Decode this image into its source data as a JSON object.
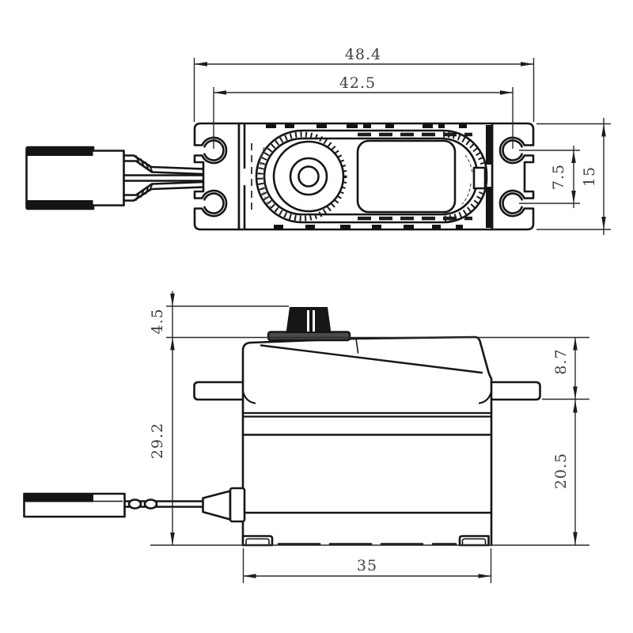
{
  "figure": {
    "background": "#ffffff",
    "line_color": "#161616",
    "dimension_text_color": "#3e3e48"
  },
  "dimensions": {
    "flange_overall_length": "48.4",
    "mounting_hole_spacing": "42.5",
    "mounting_hole_row_pitch": "7.5",
    "body_width": "15",
    "shaft_height": "4.5",
    "overall_body_height": "29.2",
    "flange_to_top_height": "8.7",
    "flange_to_bottom_height": "20.5",
    "case_length": "35"
  }
}
